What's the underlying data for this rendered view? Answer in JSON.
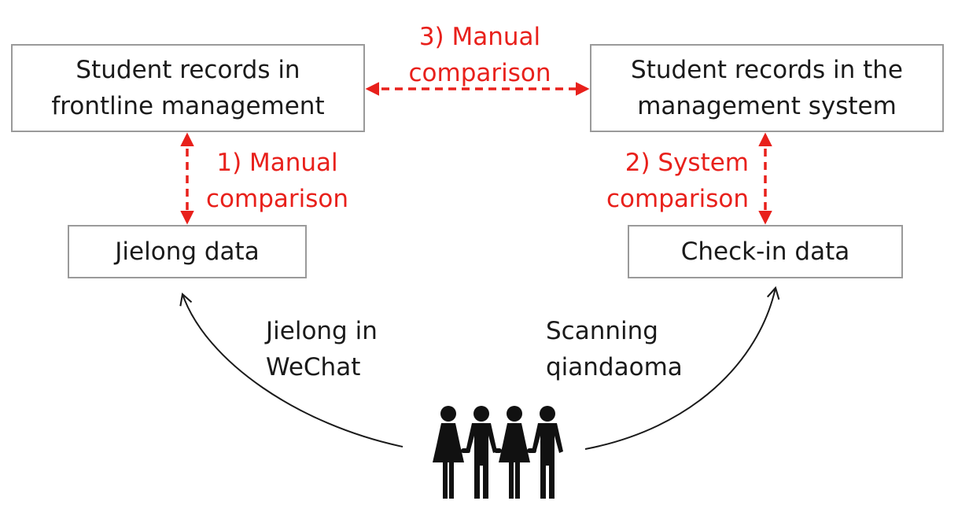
{
  "boxes": {
    "frontline": {
      "line1": "Student records in",
      "line2": "frontline management"
    },
    "system": {
      "line1": "Student records in the",
      "line2": "management system"
    },
    "jielong": {
      "text": "Jielong data"
    },
    "checkin": {
      "text": "Check-in data"
    }
  },
  "edges": {
    "manual_top": {
      "line1": "3) Manual",
      "line2": "comparison"
    },
    "manual_left": {
      "line1": "1) Manual",
      "line2": "comparison"
    },
    "system_right": {
      "line1": "2) System",
      "line2": "comparison"
    },
    "wechat": {
      "line1": "Jielong in",
      "line2": "WeChat"
    },
    "scan": {
      "line1": "Scanning",
      "line2": "qiandaoma"
    }
  },
  "icons": {
    "people": "group-of-people-icon"
  },
  "colors": {
    "comparison": "#e8201b",
    "box_border": "#9a9a9a",
    "text": "#1a1a1a"
  }
}
